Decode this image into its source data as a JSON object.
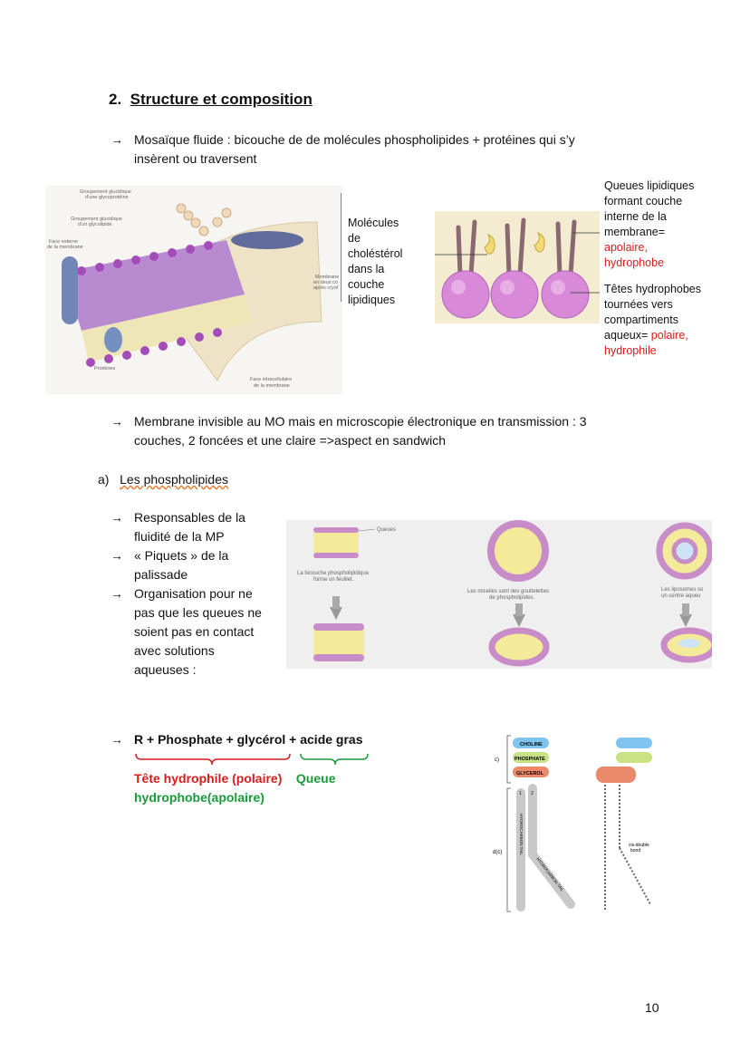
{
  "section": {
    "number": "2.",
    "title": "Structure et composition"
  },
  "bullet1": {
    "arrow": "→",
    "line1": "Mosaïque fluide : bicouche de de molécules phospholipides + protéines qui s’y",
    "line2": "insèrent ou traversent"
  },
  "fig1_labels": {
    "l1a": "Groupement glucidique",
    "l1b": "d’une glycoprotéine",
    "l2a": "Groupement glucidique",
    "l2b": "d’un glycolipide",
    "l3a": "Face externe",
    "l3b": "de la membrane",
    "l4a": "Membrane",
    "l4b": "en deux co",
    "l4c": "après cryof",
    "l5": "Protéines",
    "l6a": "Face intracellulaire",
    "l6b": "de la membrane"
  },
  "cholesterol_text": [
    "Molécules",
    "de",
    "choléstérol",
    "dans la",
    "couche",
    "lipidiques"
  ],
  "right_annot": {
    "tails": [
      "Queues lipidiques",
      "formant couche",
      "interne de la",
      "membrane="
    ],
    "tails_red": [
      "apolaire,",
      "hydrophobe"
    ],
    "heads": [
      "Têtes hydrophobes",
      "tournées vers",
      "compartiments"
    ],
    "heads_last_black": "aqueux=",
    "heads_last_red": " polaire,",
    "heads_red": "hydrophile"
  },
  "bullet2": {
    "arrow": "→",
    "line1": "Membrane invisible au MO mais en microscopie électronique en transmission : 3",
    "line2": "couches, 2 foncées et une claire =>aspect en sandwich"
  },
  "subsection": {
    "label": "a)",
    "title": "Les phospholipides"
  },
  "bullets3": [
    {
      "arrow": "→",
      "lines": [
        "Responsables de la",
        "fluidité de la MP"
      ]
    },
    {
      "arrow": "→",
      "lines": [
        "« Piquets » de la",
        "palissade"
      ]
    },
    {
      "arrow": "→",
      "lines": [
        "Organisation pour ne",
        "pas que les queues ne",
        "soient pas en contact",
        "avec solutions",
        "aqueuses :"
      ]
    }
  ],
  "fig3_labels": {
    "queues": "Queues",
    "bicouche1": "La bicouche phospholipidique",
    "bicouche2": "forme un feuillet.",
    "micelles1": "Les micelles sont des gouttelettes",
    "micelles2": "de phospholipides.",
    "lipo1": "Les liposomes so",
    "lipo2": "un centre aqueu"
  },
  "formula": {
    "arrow": "→",
    "text": "R + Phosphate + glycérol + acide gras",
    "head_red": "Tête hydrophile (polaire)",
    "queue": "Queue",
    "queue2": "hydrophobe(apolaire)"
  },
  "fig4_labels": {
    "choline": "CHOLINE",
    "phosphate": "PHOSPHATE",
    "glycerol": "GLYCEROL",
    "c": "c)",
    "d": "d(c)",
    "n1": "1",
    "n2": "2",
    "tail1": "HYDROCARBON TAIL",
    "tail2": "HYDROCARBON TAIL",
    "cis1": "cis-double",
    "cis2": "bond"
  },
  "page_number": "10"
}
